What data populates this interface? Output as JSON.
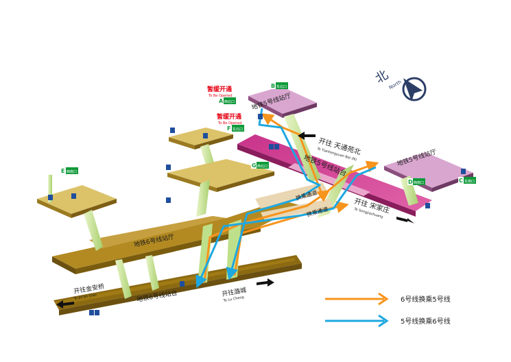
{
  "compass": {
    "label_cn": "北",
    "label_en": "North"
  },
  "exits": {
    "A": {
      "letter": "A",
      "label": "西北口"
    },
    "B": {
      "letter": "B",
      "label": "东北口"
    },
    "C": {
      "letter": "C",
      "label": "东南口"
    },
    "D": {
      "letter": "D",
      "label": "西南口"
    },
    "E": {
      "letter": "E",
      "label": "西南口"
    },
    "F": {
      "letter": "F",
      "label": "东北口"
    },
    "G": {
      "letter": "G",
      "label": "西北口"
    }
  },
  "status": {
    "cn": "暂缓开通",
    "en": "To Be Opened"
  },
  "labels": {
    "line5_hall_north": "地铁5号线站厅",
    "line5_hall_south": "地铁5号线站厅",
    "line5_platform": "地铁5号线站台",
    "line6_hall": "地铁6号线站厅",
    "line6_platform": "地铁6号线站台",
    "transfer_passage_1": "换乘通道",
    "transfer_passage_2": "换乘通道"
  },
  "directions": {
    "tiantongyuan_cn": "开往  天通苑北",
    "tiantongyuan_en": "To Tiantongyuan Bei (N)",
    "songjiazhuang_cn": "开往  宋家庄",
    "songjiazhuang_en": "To Songjiazhuang",
    "jinanqiao_cn": "开往金安桥",
    "jinanqiao_en": "To Jin'an Qiao",
    "lucheng_cn": "开往潞城",
    "lucheng_en": "To Lu Cheng"
  },
  "legend": {
    "items": [
      {
        "label": "6号线换乘5号线",
        "color": "#f7941d"
      },
      {
        "label": "5号线换乘6号线",
        "color": "#1ea8e0"
      }
    ]
  },
  "colors": {
    "line5": "#d6479a",
    "line5_hall": "#d9a6d0",
    "line6": "#a0790f",
    "line6_hall": "#c49a3a",
    "shaft": "#cde6a0",
    "exit_green": "#0f9a3a"
  }
}
